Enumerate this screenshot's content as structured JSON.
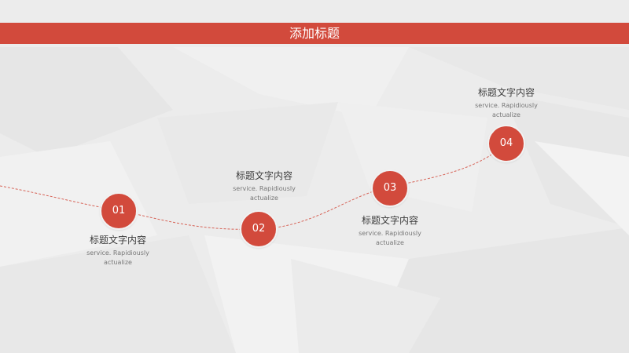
{
  "header": {
    "title": "添加标题"
  },
  "steps": [
    {
      "number": "01",
      "title": "标题文字内容",
      "desc_line1": "service. Rapidiously",
      "desc_line2": "actualize"
    },
    {
      "number": "02",
      "title": "标题文字内容",
      "desc_line1": "service. Rapidiously",
      "desc_line2": "actualize"
    },
    {
      "number": "03",
      "title": "标题文字内容",
      "desc_line1": "service. Rapidiously",
      "desc_line2": "actualize"
    },
    {
      "number": "04",
      "title": "标题文字内容",
      "desc_line1": "service. Rapidiously",
      "desc_line2": "actualize"
    }
  ],
  "colors": {
    "accent": "#d24a3c",
    "background": "#ececec"
  }
}
